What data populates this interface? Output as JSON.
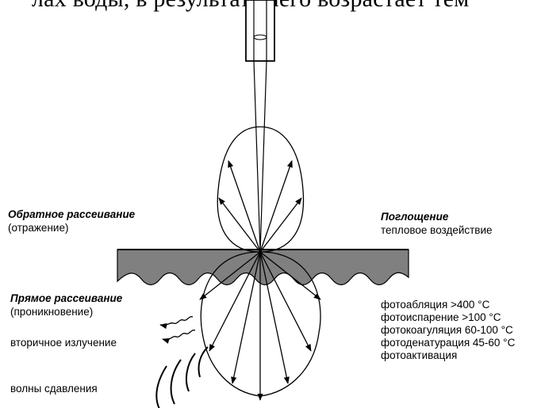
{
  "header_fragment": "лах воды, в результате чего возрастает тем",
  "labels": {
    "back_scatter_title": "Обратное рассеивание",
    "back_scatter_sub": "(отражение)",
    "absorption_title": "Поглощение",
    "absorption_sub": "тепловое воздействие",
    "forward_scatter_title": "Прямое рассеивание",
    "forward_scatter_sub": "(проникновение)",
    "secondary_radiation": "вторичное излучение",
    "pressure_waves": "волны сдавления"
  },
  "effects": [
    "фотоабляция >400 °C",
    "фотоиспарение >100 °C",
    "фотокоагуляция 60-100 °C",
    "фотоденатурация 45-60 °C",
    "фотоактивация"
  ],
  "colors": {
    "line": "#000000",
    "tissue_fill": "#808080",
    "background": "#ffffff"
  }
}
